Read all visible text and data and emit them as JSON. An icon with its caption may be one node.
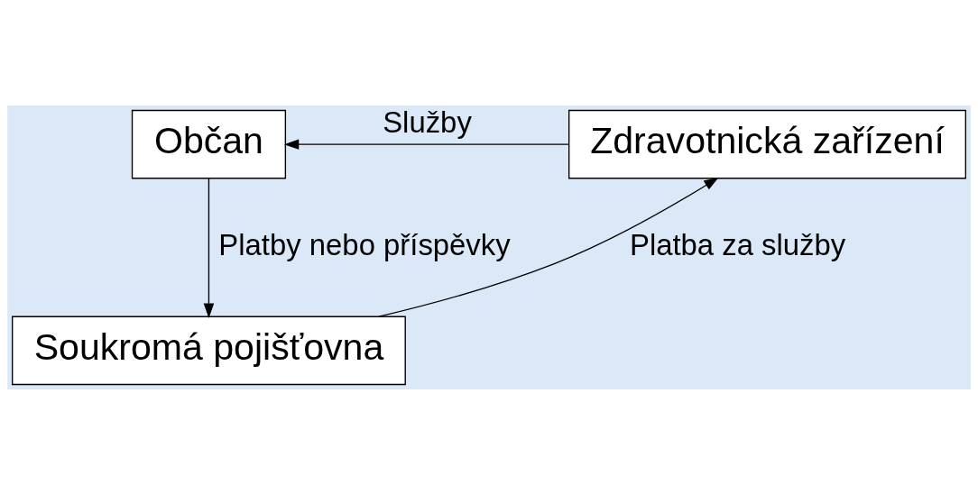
{
  "diagram": {
    "nodes": [
      {
        "text": [
          "Občan"
        ]
      },
      {
        "text": [
          "Zdravotnická zařízení"
        ]
      },
      {
        "text": [
          "Soukromá pojišťovna"
        ]
      }
    ],
    "edges": [
      {
        "from": 1,
        "to": 0,
        "arrow": "to",
        "label": "Služby"
      },
      {
        "from": 0,
        "to": 2,
        "arrow": "to",
        "label": "Platby nebo příspěvky"
      },
      {
        "from": 2,
        "to": 1,
        "arrow": "to",
        "label": "Platba za služby"
      }
    ]
  }
}
